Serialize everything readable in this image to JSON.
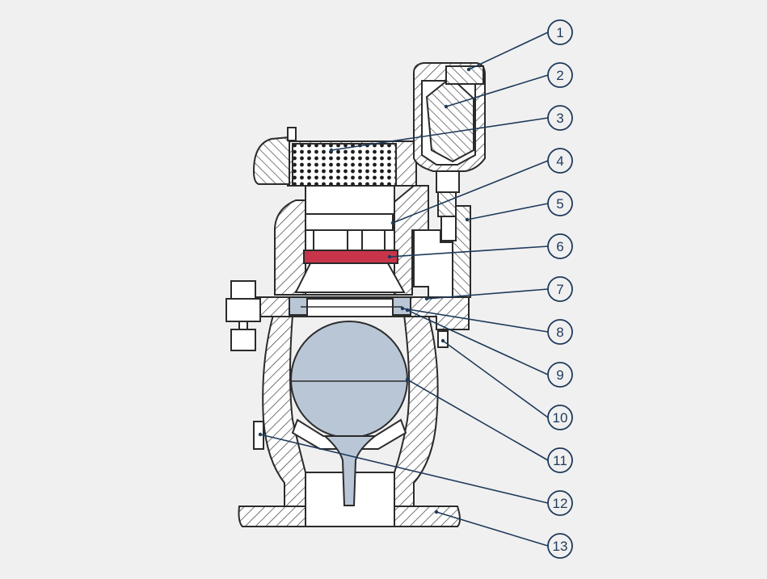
{
  "diagram": {
    "colors": {
      "background": "#f0f0f0",
      "outline": "#2b2b2b",
      "hatch": "#3a3a3a",
      "callout": "#1e3a5a",
      "seal": "#c8354a",
      "ball_fill": "#b9c6d6",
      "white": "#ffffff"
    },
    "callouts": [
      {
        "id": 1,
        "label": "1"
      },
      {
        "id": 2,
        "label": "2"
      },
      {
        "id": 3,
        "label": "3"
      },
      {
        "id": 4,
        "label": "4"
      },
      {
        "id": 5,
        "label": "5"
      },
      {
        "id": 6,
        "label": "6"
      },
      {
        "id": 7,
        "label": "7"
      },
      {
        "id": 8,
        "label": "8"
      },
      {
        "id": 9,
        "label": "9"
      },
      {
        "id": 10,
        "label": "10"
      },
      {
        "id": 11,
        "label": "11"
      },
      {
        "id": 12,
        "label": "12"
      },
      {
        "id": 13,
        "label": "13"
      }
    ]
  }
}
